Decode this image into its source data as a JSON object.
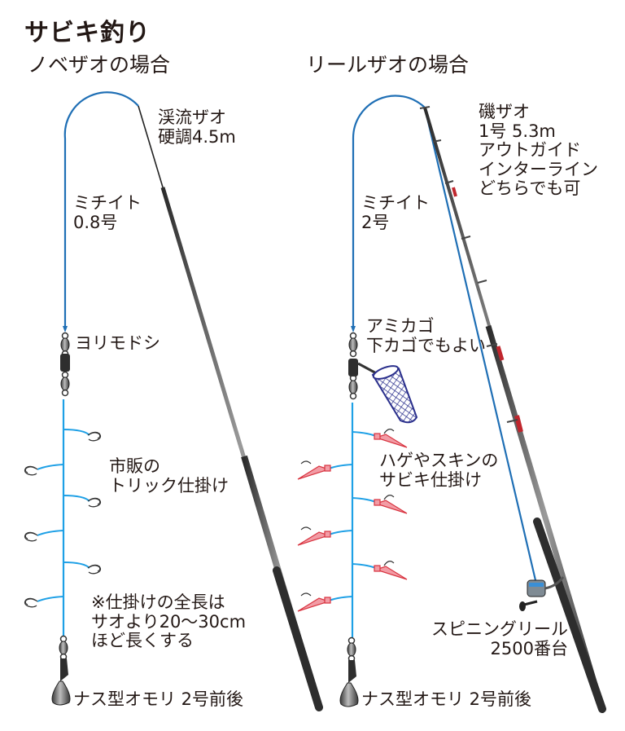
{
  "title": "サビキ釣り",
  "left": {
    "subtitle": "ノベザオの場合",
    "rod_label": "渓流ザオ\n硬調4.5m",
    "line_label": "ミチイト\n0.8号",
    "swivel_label": "ヨリモドシ",
    "rig_label": "市販の\nトリック仕掛け",
    "note_label": "※仕掛けの全長は\nサオより20〜30cm\nほど長くする",
    "sinker_label": "ナス型オモリ 2号前後"
  },
  "right": {
    "subtitle": "リールザオの場合",
    "rod_label": "磯ザオ\n1号 5.3m\nアウトガイド\nインターライン\nどちらでも可",
    "line_label": "ミチイト\n2号",
    "basket_label": "アミカゴ\n下カゴでもよい",
    "rig_label": "ハゲやスキンの\nサビキ仕掛け",
    "reel_label": "スピニングリール\n2500番台",
    "sinker_label": "ナス型オモリ 2号前後"
  },
  "colors": {
    "main_line": "#1f6fb5",
    "rig_line": "#1ea0e6",
    "rod": "#4a4a4a",
    "rod_accent": "#c0262d",
    "lure": "#f29ca5",
    "lure_edge": "#d8333f",
    "basket": "#2a2f8c",
    "text": "#231815"
  }
}
